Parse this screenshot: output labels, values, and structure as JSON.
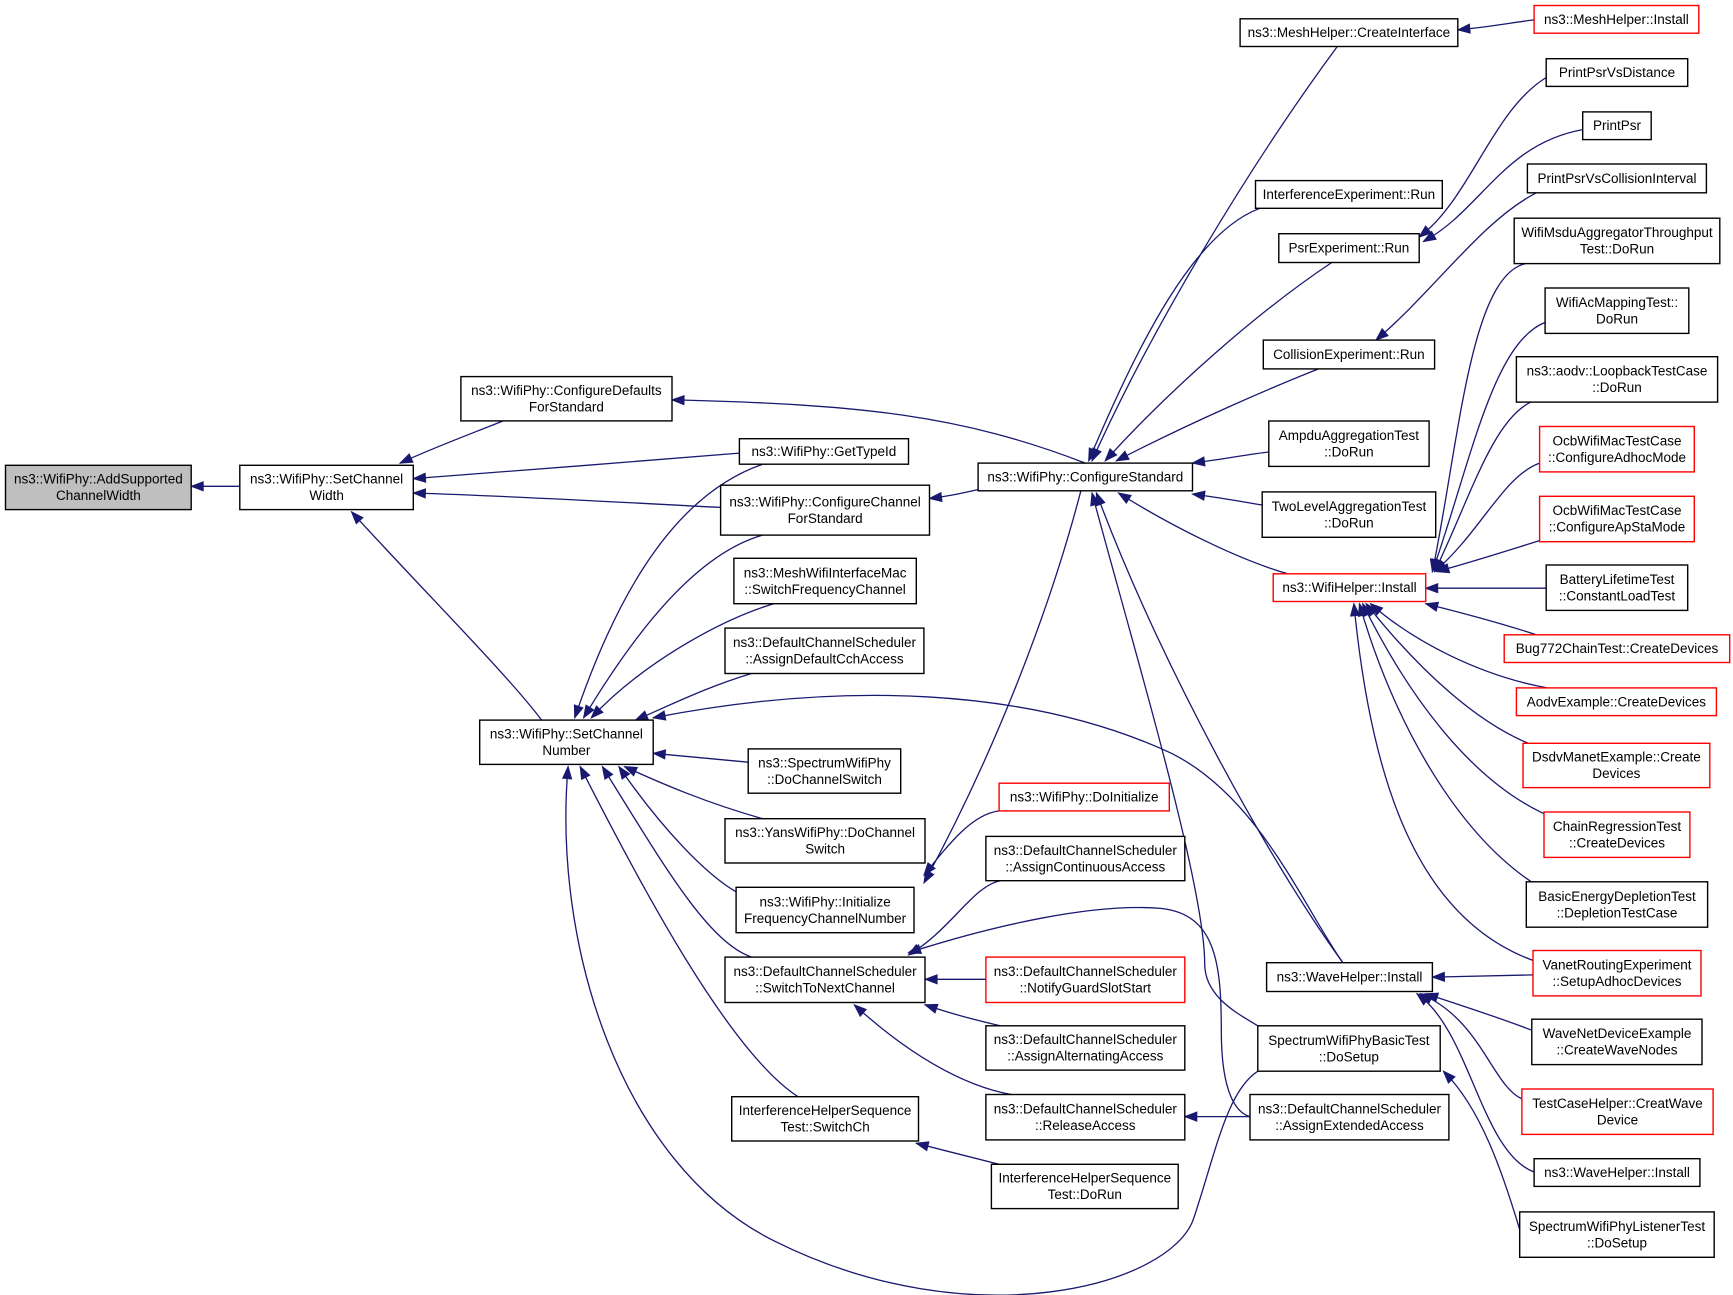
{
  "colors": {
    "edge": "#191970",
    "box_border": "#000000",
    "truncated_border": "#ff0000",
    "root_fill": "#bfbfbf"
  },
  "nodes": [
    {
      "id": "add",
      "lines": [
        "ns3::WifiPhy::AddSupported",
        "ChannelWidth"
      ],
      "style": "root"
    },
    {
      "id": "scw",
      "lines": [
        "ns3::WifiPhy::SetChannel",
        "Width"
      ],
      "style": "normal"
    },
    {
      "id": "cdfs",
      "lines": [
        "ns3::WifiPhy::ConfigureDefaults",
        "ForStandard"
      ],
      "style": "normal"
    },
    {
      "id": "scn",
      "lines": [
        "ns3::WifiPhy::SetChannel",
        "Number"
      ],
      "style": "normal"
    },
    {
      "id": "gti",
      "lines": [
        "ns3::WifiPhy::GetTypeId"
      ],
      "style": "normal"
    },
    {
      "id": "ccfs",
      "lines": [
        "ns3::WifiPhy::ConfigureChannel",
        "ForStandard"
      ],
      "style": "normal"
    },
    {
      "id": "mwim",
      "lines": [
        "ns3::MeshWifiInterfaceMac",
        "::SwitchFrequencyChannel"
      ],
      "style": "normal"
    },
    {
      "id": "adca",
      "lines": [
        "ns3::DefaultChannelScheduler",
        "::AssignDefaultCchAccess"
      ],
      "style": "normal"
    },
    {
      "id": "swcs",
      "lines": [
        "ns3::SpectrumWifiPhy",
        "::DoChannelSwitch"
      ],
      "style": "normal"
    },
    {
      "id": "ywcs",
      "lines": [
        "ns3::YansWifiPhy::DoChannel",
        "Switch"
      ],
      "style": "normal"
    },
    {
      "id": "ifcn",
      "lines": [
        "ns3::WifiPhy::Initialize",
        "FrequencyChannelNumber"
      ],
      "style": "normal"
    },
    {
      "id": "stnc",
      "lines": [
        "ns3::DefaultChannelScheduler",
        "::SwitchToNextChannel"
      ],
      "style": "normal"
    },
    {
      "id": "ihsc",
      "lines": [
        "InterferenceHelperSequence",
        "Test::SwitchCh"
      ],
      "style": "normal"
    },
    {
      "id": "cstd",
      "lines": [
        "ns3::WifiPhy::ConfigureStandard"
      ],
      "style": "normal"
    },
    {
      "id": "doin",
      "lines": [
        "ns3::WifiPhy::DoInitialize"
      ],
      "style": "red"
    },
    {
      "id": "aca",
      "lines": [
        "ns3::DefaultChannelScheduler",
        "::AssignContinuousAccess"
      ],
      "style": "normal"
    },
    {
      "id": "ngss",
      "lines": [
        "ns3::DefaultChannelScheduler",
        "::NotifyGuardSlotStart"
      ],
      "style": "red"
    },
    {
      "id": "aaa",
      "lines": [
        "ns3::DefaultChannelScheduler",
        "::AssignAlternatingAccess"
      ],
      "style": "normal"
    },
    {
      "id": "rela",
      "lines": [
        "ns3::DefaultChannelScheduler",
        "::ReleaseAccess"
      ],
      "style": "normal"
    },
    {
      "id": "ihdr",
      "lines": [
        "InterferenceHelperSequence",
        "Test::DoRun"
      ],
      "style": "normal"
    },
    {
      "id": "mhci",
      "lines": [
        "ns3::MeshHelper::CreateInterface"
      ],
      "style": "normal"
    },
    {
      "id": "ier",
      "lines": [
        "InterferenceExperiment::Run"
      ],
      "style": "normal"
    },
    {
      "id": "per",
      "lines": [
        "PsrExperiment::Run"
      ],
      "style": "normal"
    },
    {
      "id": "cer",
      "lines": [
        "CollisionExperiment::Run"
      ],
      "style": "normal"
    },
    {
      "id": "aat",
      "lines": [
        "AmpduAggregationTest",
        "::DoRun"
      ],
      "style": "normal"
    },
    {
      "id": "tlat",
      "lines": [
        "TwoLevelAggregationTest",
        "::DoRun"
      ],
      "style": "normal"
    },
    {
      "id": "whi",
      "lines": [
        "ns3::WifiHelper::Install"
      ],
      "style": "red"
    },
    {
      "id": "wvh",
      "lines": [
        "ns3::WaveHelper::Install"
      ],
      "style": "normal"
    },
    {
      "id": "swpb",
      "lines": [
        "SpectrumWifiPhyBasicTest",
        "::DoSetup"
      ],
      "style": "normal"
    },
    {
      "id": "aea",
      "lines": [
        "ns3::DefaultChannelScheduler",
        "::AssignExtendedAccess"
      ],
      "style": "normal"
    },
    {
      "id": "mhi",
      "lines": [
        "ns3::MeshHelper::Install"
      ],
      "style": "red"
    },
    {
      "id": "ppvd",
      "lines": [
        "PrintPsrVsDistance"
      ],
      "style": "normal"
    },
    {
      "id": "pp",
      "lines": [
        "PrintPsr"
      ],
      "style": "normal"
    },
    {
      "id": "ppci",
      "lines": [
        "PrintPsrVsCollisionInterval"
      ],
      "style": "normal"
    },
    {
      "id": "wmsdu",
      "lines": [
        "WifiMsduAggregatorThroughput",
        "Test::DoRun"
      ],
      "style": "normal"
    },
    {
      "id": "wacm",
      "lines": [
        "WifiAcMappingTest::",
        "DoRun"
      ],
      "style": "normal"
    },
    {
      "id": "aodvlb",
      "lines": [
        "ns3::aodv::LoopbackTestCase",
        "::DoRun"
      ],
      "style": "normal"
    },
    {
      "id": "ocba",
      "lines": [
        "OcbWifiMacTestCase",
        "::ConfigureAdhocMode"
      ],
      "style": "red"
    },
    {
      "id": "ocbs",
      "lines": [
        "OcbWifiMacTestCase",
        "::ConfigureApStaMode"
      ],
      "style": "red"
    },
    {
      "id": "blt",
      "lines": [
        "BatteryLifetimeTest",
        "::ConstantLoadTest"
      ],
      "style": "normal"
    },
    {
      "id": "b772",
      "lines": [
        "Bug772ChainTest::CreateDevices"
      ],
      "style": "red"
    },
    {
      "id": "aodve",
      "lines": [
        "AodvExample::CreateDevices"
      ],
      "style": "red"
    },
    {
      "id": "dsdv",
      "lines": [
        "DsdvManetExample::Create",
        "Devices"
      ],
      "style": "red"
    },
    {
      "id": "crt",
      "lines": [
        "ChainRegressionTest",
        "::CreateDevices"
      ],
      "style": "red"
    },
    {
      "id": "bedt",
      "lines": [
        "BasicEnergyDepletionTest",
        "::DepletionTestCase"
      ],
      "style": "normal"
    },
    {
      "id": "vre",
      "lines": [
        "VanetRoutingExperiment",
        "::SetupAdhocDevices"
      ],
      "style": "red"
    },
    {
      "id": "wnde",
      "lines": [
        "WaveNetDeviceExample",
        "::CreateWaveNodes"
      ],
      "style": "normal"
    },
    {
      "id": "tch",
      "lines": [
        "TestCaseHelper::CreatWave",
        "Device"
      ],
      "style": "red"
    },
    {
      "id": "wvh2",
      "lines": [
        "ns3::WaveHelper::Install"
      ],
      "style": "normal"
    },
    {
      "id": "swpl",
      "lines": [
        "SpectrumWifiPhyListenerTest",
        "::DoSetup"
      ],
      "style": "normal"
    }
  ]
}
